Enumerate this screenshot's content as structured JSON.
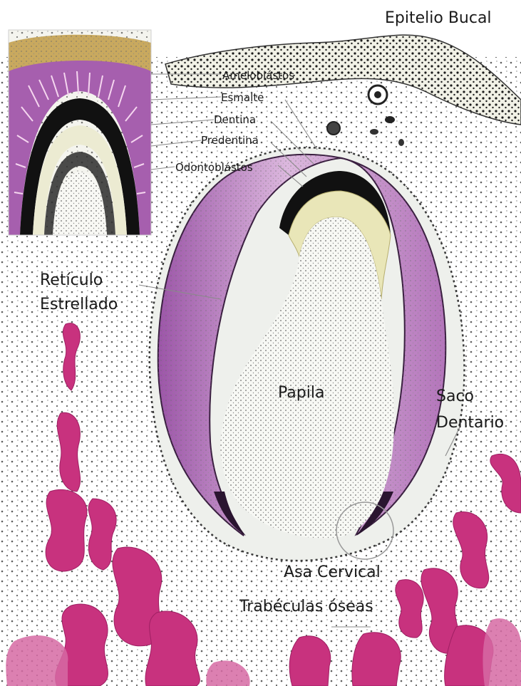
{
  "labels": {
    "epitelio_bucal": "Epitelio Bucal",
    "ameloblastos": "Ameloblástos",
    "esmalte": "Esmalte",
    "dentina": "Dentina",
    "predentina": "Predentina",
    "odontoblastos": "Odontoblástos",
    "reticulo": "Retículo",
    "estrellado": "Estrellado",
    "papila": "Papila",
    "saco": "Saco",
    "dentario": "Dentario",
    "asa_cervical": "Asa Cervical",
    "trabeculas": "Trabéculas óseas"
  },
  "colors": {
    "background": "#ffffff",
    "tissue": "#f6f7f1",
    "enamel_organ": "#a65fae",
    "enamel_organ_light": "#dcb8de",
    "dentin": "#111111",
    "predentin": "#e9e6b8",
    "bone": "#c8327e",
    "bone_light": "#d66aa3",
    "epithelium": "#f1f1e6",
    "inset_gold": "#c9a95e"
  },
  "icons": [
    "magnifier-circle-icon"
  ]
}
